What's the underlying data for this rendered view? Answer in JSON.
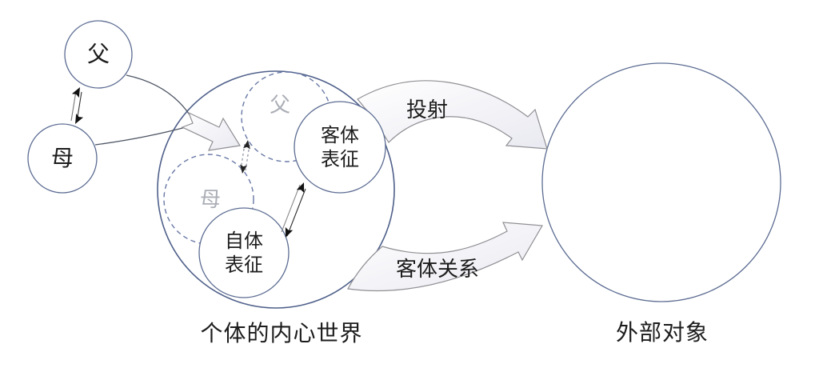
{
  "diagram": {
    "title_hint": "object-relations diagram",
    "external_parents": {
      "father": "父",
      "mother": "母"
    },
    "inner_world": {
      "label": "个体的内心世界",
      "internalized_father": "父",
      "internalized_mother": "母",
      "object_representation": "客体\n表征",
      "self_representation": "自体\n表征"
    },
    "processes": {
      "projection": "投射",
      "object_relation": "客体关系"
    },
    "external_object": {
      "label": "外部对象"
    },
    "colors": {
      "circle_stroke": "#5c6c92",
      "dashed_stroke": "#6878a6",
      "thin_line": "#4d5564",
      "fat_arrow_outline": "#8f8f94",
      "fat_arrow_fill": "#f0f0f6",
      "text": "#1c1c1c",
      "ghost_text": "#abaeb6",
      "background": "#ffffff"
    }
  }
}
